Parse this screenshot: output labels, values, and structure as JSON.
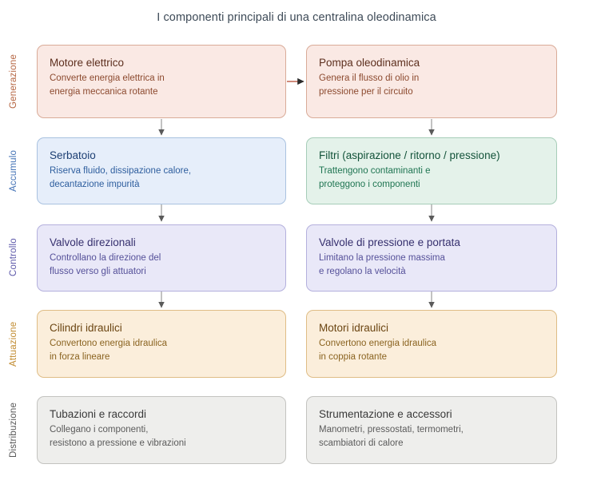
{
  "title": "I componenti principali di una centralina oleodinamica",
  "title_color": "#3d4a57",
  "rows": [
    {
      "label": "Generazione",
      "label_color": "#b4633f",
      "fill": "#fae9e4",
      "border": "#d9ab98",
      "title_color": "#5d2f1e",
      "text_color": "#8c4a2f",
      "nodes": [
        {
          "title": "Motore elettrico",
          "desc": "Converte energia elettrica in\nenergia meccanica rotante"
        },
        {
          "title": "Pompa oleodinamica",
          "desc": "Genera il flusso di olio in\npressione per il circuito"
        }
      ]
    },
    {
      "label": "Accumulo",
      "label_color": "#3f6fb4",
      "fill": "#e6eefa",
      "border": "#a9c2e0",
      "title_color": "#1d3f73",
      "text_color": "#2e5e9e",
      "nodes": [
        {
          "title": "Serbatoio",
          "desc": "Riserva fluido, dissipazione calore,\ndecantazione impurità"
        },
        {
          "title": "Filtri (aspirazione / ritorno / pressione)",
          "desc": "Trattengono contaminanti e\nproteggono i componenti",
          "fill": "#e4f2ea",
          "border": "#a6cdb8",
          "title_color": "#13533a",
          "text_color": "#1f7552"
        }
      ]
    },
    {
      "label": "Controllo",
      "label_color": "#5a55a8",
      "fill": "#e9e8f8",
      "border": "#b4b0dd",
      "title_color": "#36306e",
      "text_color": "#555099",
      "nodes": [
        {
          "title": "Valvole direzionali",
          "desc": "Controllano la direzione del\nflusso verso gli attuatori"
        },
        {
          "title": "Valvole di pressione e portata",
          "desc": "Limitano la pressione massima\ne regolano la velocità"
        }
      ]
    },
    {
      "label": "Attuazione",
      "label_color": "#c08a2e",
      "fill": "#fbeedb",
      "border": "#dfbd86",
      "title_color": "#6b4512",
      "text_color": "#8a6320",
      "nodes": [
        {
          "title": "Cilindri idraulici",
          "desc": "Convertono energia idraulica\nin forza lineare"
        },
        {
          "title": "Motori idraulici",
          "desc": "Convertono energia idraulica\nin coppia rotante"
        }
      ]
    },
    {
      "label": "Distribuzione",
      "label_color": "#555555",
      "fill": "#eeeeec",
      "border": "#c3c3c0",
      "title_color": "#3a3a3a",
      "text_color": "#5b5b5b",
      "nodes": [
        {
          "title": "Tubazioni e raccordi",
          "desc": "Collegano i componenti,\nresistono a pressione e vibrazioni"
        },
        {
          "title": "Strumentazione e accessori",
          "desc": "Manometri, pressostati, termometri,\nscambiatori di calore"
        }
      ]
    }
  ],
  "connectors": {
    "horizontal_arrow_color": "#b4442a",
    "vertical_arrow_color": "#808080"
  }
}
